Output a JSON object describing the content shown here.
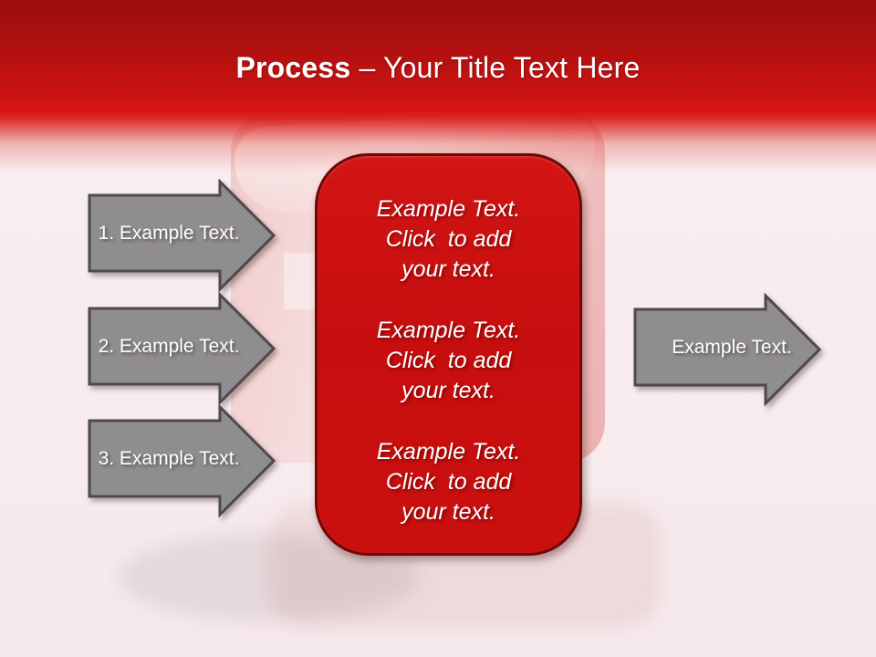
{
  "title": {
    "bold": "Process",
    "rest": " – Your Title Text Here"
  },
  "left_arrows": [
    {
      "label": "1. Example Text."
    },
    {
      "label": "2. Example Text."
    },
    {
      "label": "3. Example Text."
    }
  ],
  "right_arrow": {
    "label": "Example Text."
  },
  "center_box": {
    "blocks": [
      "Example Text.\nClick  to add\nyour text.",
      "Example Text.\nClick  to add\nyour text.",
      "Example Text.\nClick  to add\nyour text."
    ]
  },
  "colors": {
    "header_red_dark": "#9a0e0e",
    "header_red_bright": "#d81614",
    "box_fill": "#c70e0e",
    "box_border": "#6d0808",
    "arrow_fill": "#908d90",
    "arrow_border": "#4e494c",
    "text": "#ffffff",
    "background": "#f7ecef"
  }
}
